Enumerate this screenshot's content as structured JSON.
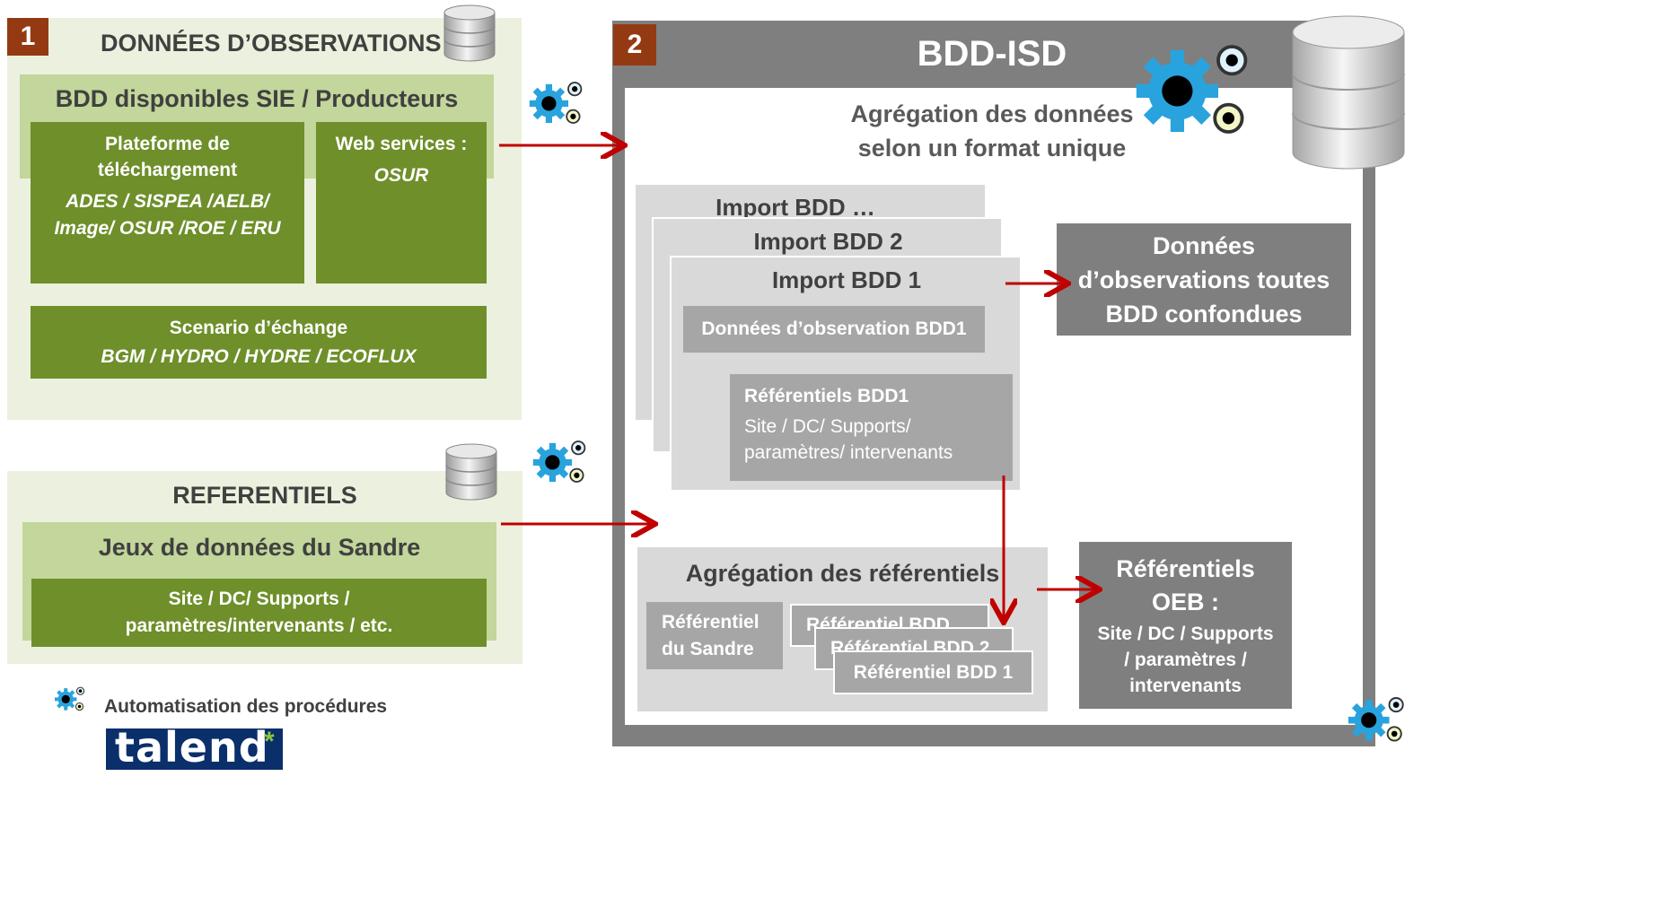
{
  "panel1": {
    "number": "1",
    "title": "DONNÉES D’OBSERVATIONS",
    "subheader": "BDD disponibles SIE / Producteurs",
    "platform": {
      "title_line1": "Plateforme de",
      "title_line2": "téléchargement",
      "list_line1": "ADES / SISPEA /AELB/",
      "list_line2": "Image/  OSUR /ROE / ERU"
    },
    "webservices": {
      "title": "Web services :",
      "value": "OSUR"
    },
    "scenario": {
      "title": "Scenario d’échange",
      "value": "BGM / HYDRO / HYDRE / ECOFLUX"
    }
  },
  "referentiels": {
    "title": "REFERENTIELS",
    "subheader": "Jeux de données du Sandre",
    "content_line1": "Site / DC/ Supports /",
    "content_line2": "paramètres/intervenants / etc."
  },
  "legend": {
    "automation_label": "Automatisation des procédures",
    "logo_text": "talend",
    "logo_mark": "*"
  },
  "panel2": {
    "number": "2",
    "title": "BDD-ISD",
    "subtitle_line1": "Agrégation des données",
    "subtitle_line2": "selon un format unique",
    "import_back": "Import BDD …",
    "import_mid": "Import BDD 2",
    "import_front": "Import BDD 1",
    "obs_bdd1": "Données d’observation BDD1",
    "ref_bdd1": {
      "title": "Référentiels BDD1",
      "line1": "Site / DC/ Supports/",
      "line2": "paramètres/ intervenants"
    },
    "output_obs": {
      "line1": "Données",
      "line2": "d’observations toutes",
      "line3": "BDD confondues"
    },
    "agg_ref": {
      "title": "Agrégation des référentiels",
      "sandre_line1": "Référentiel",
      "sandre_line2": "du Sandre",
      "ref_back": "Référentiel BDD …",
      "ref_mid": "Référentiel BDD  2",
      "ref_front": "Référentiel BDD 1"
    },
    "output_ref": {
      "line1": "Référentiels",
      "line2": "OEB :",
      "line3": "Site / DC / Supports",
      "line4": "/ paramètres /",
      "line5": "intervenants"
    }
  },
  "colors": {
    "arrow": "#c00000",
    "dark_green": "#6e8f2a",
    "light_green": "#ebf1de",
    "mid_green": "#c3d69b",
    "number_badge": "#943a12",
    "dark_gray": "#7f7f7f",
    "gear_blue": "#29a3dd"
  },
  "icons": [
    "database-icon",
    "gears-icon",
    "arrow-right-icon",
    "arrow-down-icon"
  ]
}
